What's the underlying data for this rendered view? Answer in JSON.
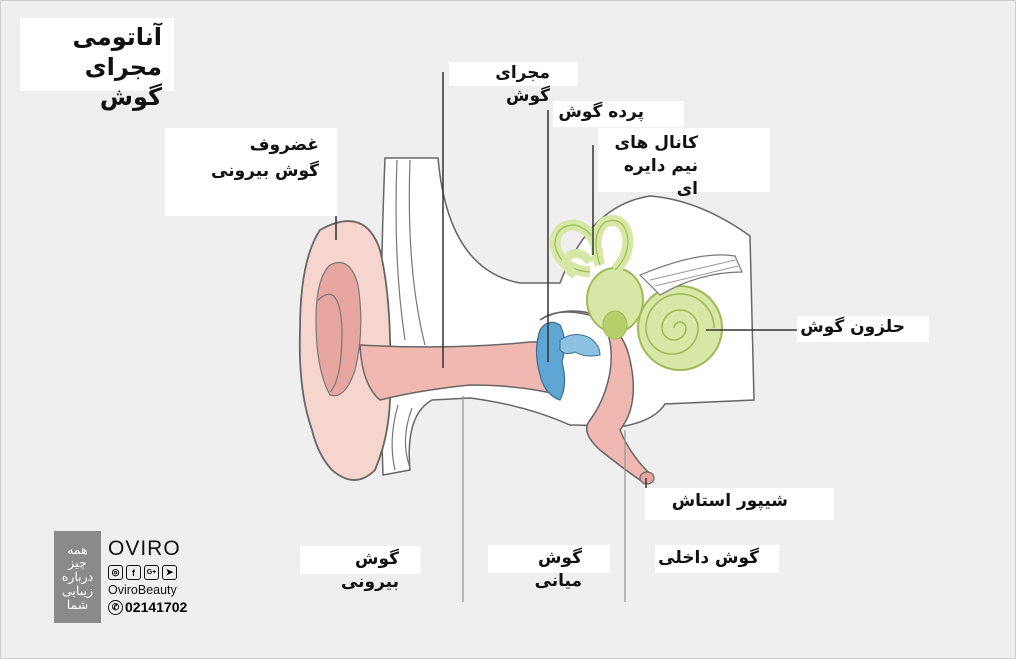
{
  "title": {
    "line1": "آناتومی",
    "line2": "مجرای گوش"
  },
  "labels": {
    "ear_canal": "مجرای گوش",
    "eardrum": "پرده گوش",
    "semicircular_line1": "کانال های",
    "semicircular_line2": "نیم دایره ای",
    "cartilage_line1": "غضروف",
    "cartilage_line2": "گوش بیرونی",
    "cochlea": "حلزون گوش",
    "eustachian": "شیپور استاش",
    "outer_ear": "گوش بیرونی",
    "middle_ear": "گوش میانی",
    "inner_ear": "گوش داخلی"
  },
  "branding": {
    "slogan": [
      "همه",
      "چیز",
      "درباره",
      "زیبایی",
      "شما"
    ],
    "name": "OVIRO",
    "social_icons": [
      "instagram-icon",
      "facebook-icon",
      "google-plus-icon",
      "telegram-icon"
    ],
    "handle": "OviroBeauty",
    "phone": "02141702"
  },
  "colors": {
    "background": "#efefef",
    "skin": "#f6d5cf",
    "skin_dark": "#e8a6a0",
    "canal": "#f0b8b0",
    "ossicle_blue": "#5ea6d3",
    "inner_ear_green": "#d7e7a6",
    "inner_ear_stroke": "#9fba55",
    "bone": "#ffffff",
    "outline": "#555555"
  }
}
